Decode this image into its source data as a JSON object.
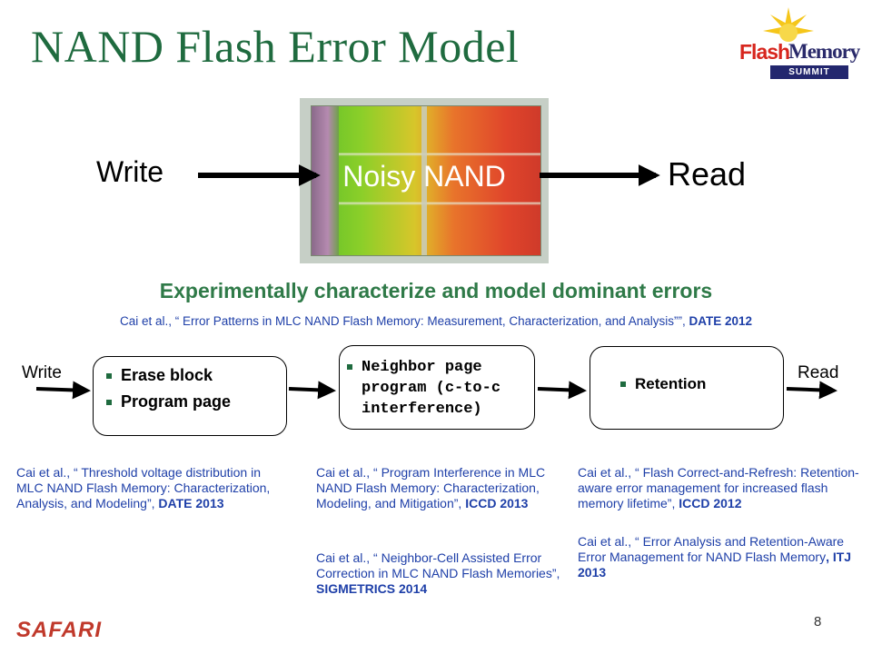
{
  "title": "NAND Flash Error Model",
  "logo": {
    "flash": "Flash",
    "memory": "Memory",
    "summit": "SUMMIT"
  },
  "top_flow": {
    "write": "Write",
    "chip_label": "Noisy NAND",
    "read": "Read"
  },
  "subtitle": "Experimentally characterize and model dominant errors",
  "main_citation": {
    "text": "Cai et al., “ Error Patterns in MLC NAND Flash Memory: Measurement, Characterization, and Analysis””, ",
    "venue": "DATE 2012"
  },
  "flow": {
    "write": "Write",
    "read": "Read",
    "stages": [
      {
        "items": [
          "Erase block",
          "Program page"
        ]
      },
      {
        "items": [
          "Neighbor page program (c-to-c interference)"
        ]
      },
      {
        "items": [
          "Retention"
        ]
      }
    ]
  },
  "references": [
    {
      "text": "Cai et al., “ Threshold voltage distribution in MLC NAND Flash Memory: Characterization, Analysis, and Modeling”, ",
      "venue": "DATE 2013"
    },
    {
      "text": "Cai et al., “ Program Interference in MLC NAND Flash Memory: Characterization, Modeling, and Mitigation”, ",
      "venue": "ICCD 2013"
    },
    {
      "text": "Cai et al., “ Neighbor-Cell Assisted Error Correction in MLC NAND Flash Memories”, ",
      "venue": "SIGMETRICS 2014"
    },
    {
      "text": "Cai et al., “ Flash Correct-and-Refresh: Retention-aware error management for increased flash memory lifetime”, ",
      "venue": "ICCD 2012"
    },
    {
      "text": "Cai et al., “ Error Analysis and Retention-Aware Error Management for NAND Flash Memory",
      "venue": ", ITJ 2013"
    }
  ],
  "footer": {
    "brand": "SAFARI",
    "page_number": "8"
  },
  "colors": {
    "title": "#1f6b3f",
    "subtitle": "#2f7a48",
    "citation": "#1e3fa8",
    "brand": "#c0392b"
  }
}
